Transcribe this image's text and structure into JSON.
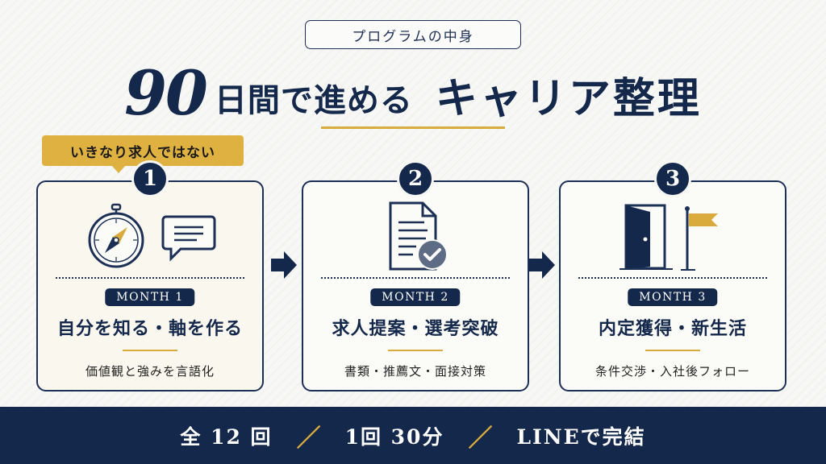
{
  "header": {
    "tag": "プログラムの中身",
    "title_number": "90",
    "title_middle": "日間で進める",
    "title_main": "キャリア整理"
  },
  "callout": "いきなり求人ではない",
  "steps": [
    {
      "number": "1",
      "month": "MONTH 1",
      "title": "自分を知る・軸を作る",
      "subtitle": "価値観と強みを言語化",
      "icons": [
        "compass-icon",
        "speech-bubble-icon"
      ]
    },
    {
      "number": "2",
      "month": "MONTH 2",
      "title": "求人提案・選考突破",
      "subtitle": "書類・推薦文・面接対策",
      "icons": [
        "document-check-icon"
      ]
    },
    {
      "number": "3",
      "month": "MONTH 3",
      "title": "内定獲得・新生活",
      "subtitle": "条件交渉・入社後フォロー",
      "icons": [
        "open-door-icon",
        "flag-icon"
      ]
    }
  ],
  "footer": {
    "items": [
      "全 12 回",
      "1回 30分",
      "LINEで完結"
    ],
    "separator": "／"
  },
  "colors": {
    "navy": "#14284c",
    "gold": "#d9ab3c",
    "background": "#f5f5f2"
  }
}
